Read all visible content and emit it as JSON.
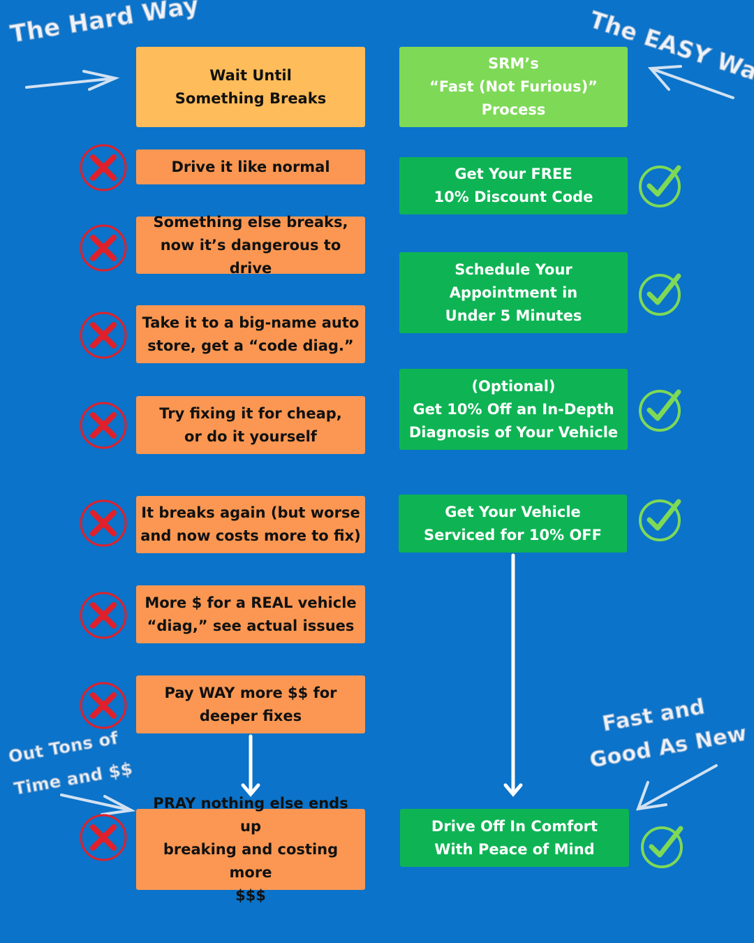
{
  "labels": {
    "hard_way": "The Hard Way",
    "easy_way": "The EASY Way",
    "out_tons_1": "Out Tons of",
    "out_tons_2": "Time and $$",
    "fast_1": "Fast and",
    "fast_2": "Good As New"
  },
  "hard_way": {
    "header": "Wait Until\nSomething Breaks",
    "steps": [
      "Drive it like normal",
      "Something else breaks,\nnow it’s dangerous to drive",
      "Take it to a big-name auto\nstore, get a “code diag.”",
      "Try fixing  it for cheap,\nor do it yourself",
      "It breaks again (but worse\nand now costs more to fix)",
      "More $ for a REAL vehicle\n“diag,” see actual issues",
      "Pay WAY more $$ for\ndeeper fixes",
      "PRAY nothing else ends up\nbreaking and costing more\n$$$"
    ]
  },
  "easy_way": {
    "header": "SRM’s\n“Fast (Not Furious)”\nProcess",
    "steps": [
      "Get Your FREE\n10% Discount Code",
      "Schedule Your\nAppointment in\nUnder 5 Minutes",
      "(Optional)\nGet 10% Off an In-Depth\nDiagnosis of Your Vehicle",
      "Get Your Vehicle\nServiced for 10%  OFF",
      "Drive Off In Comfort\nWith Peace of Mind"
    ]
  },
  "icons": {
    "hard": "x-circle-icon",
    "easy": "check-circle-icon"
  },
  "colors": {
    "background": "#0b73c9",
    "hard_header": "#ffbc5a",
    "hard_step": "#fb9752",
    "easy_header": "#7ed957",
    "easy_step": "#0eb454",
    "x_icon": "#e0202a",
    "check_icon": "#7ed957"
  }
}
